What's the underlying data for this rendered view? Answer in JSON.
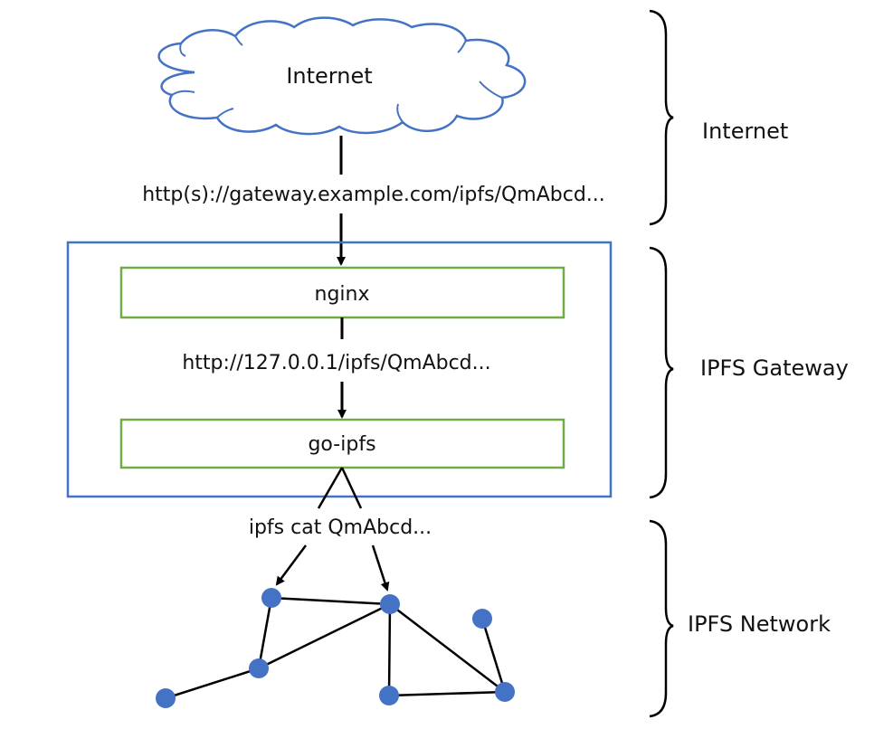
{
  "cloud_label": "Internet",
  "url_internet": "http(s)://gateway.example.com/ipfs/QmAbcd...",
  "gateway": {
    "nginx_label": "nginx",
    "url_local": "http://127.0.0.1/ipfs/QmAbcd...",
    "goipfs_label": "go-ipfs"
  },
  "command_label": "ipfs cat QmAbcd...",
  "layers": {
    "internet": "Internet",
    "gateway": "IPFS Gateway",
    "network": "IPFS Network"
  },
  "colors": {
    "cloud_stroke": "#4472c4",
    "gateway_box_stroke": "#4472c4",
    "component_stroke": "#70ad47",
    "node_fill": "#4472c4",
    "line": "#000000"
  }
}
